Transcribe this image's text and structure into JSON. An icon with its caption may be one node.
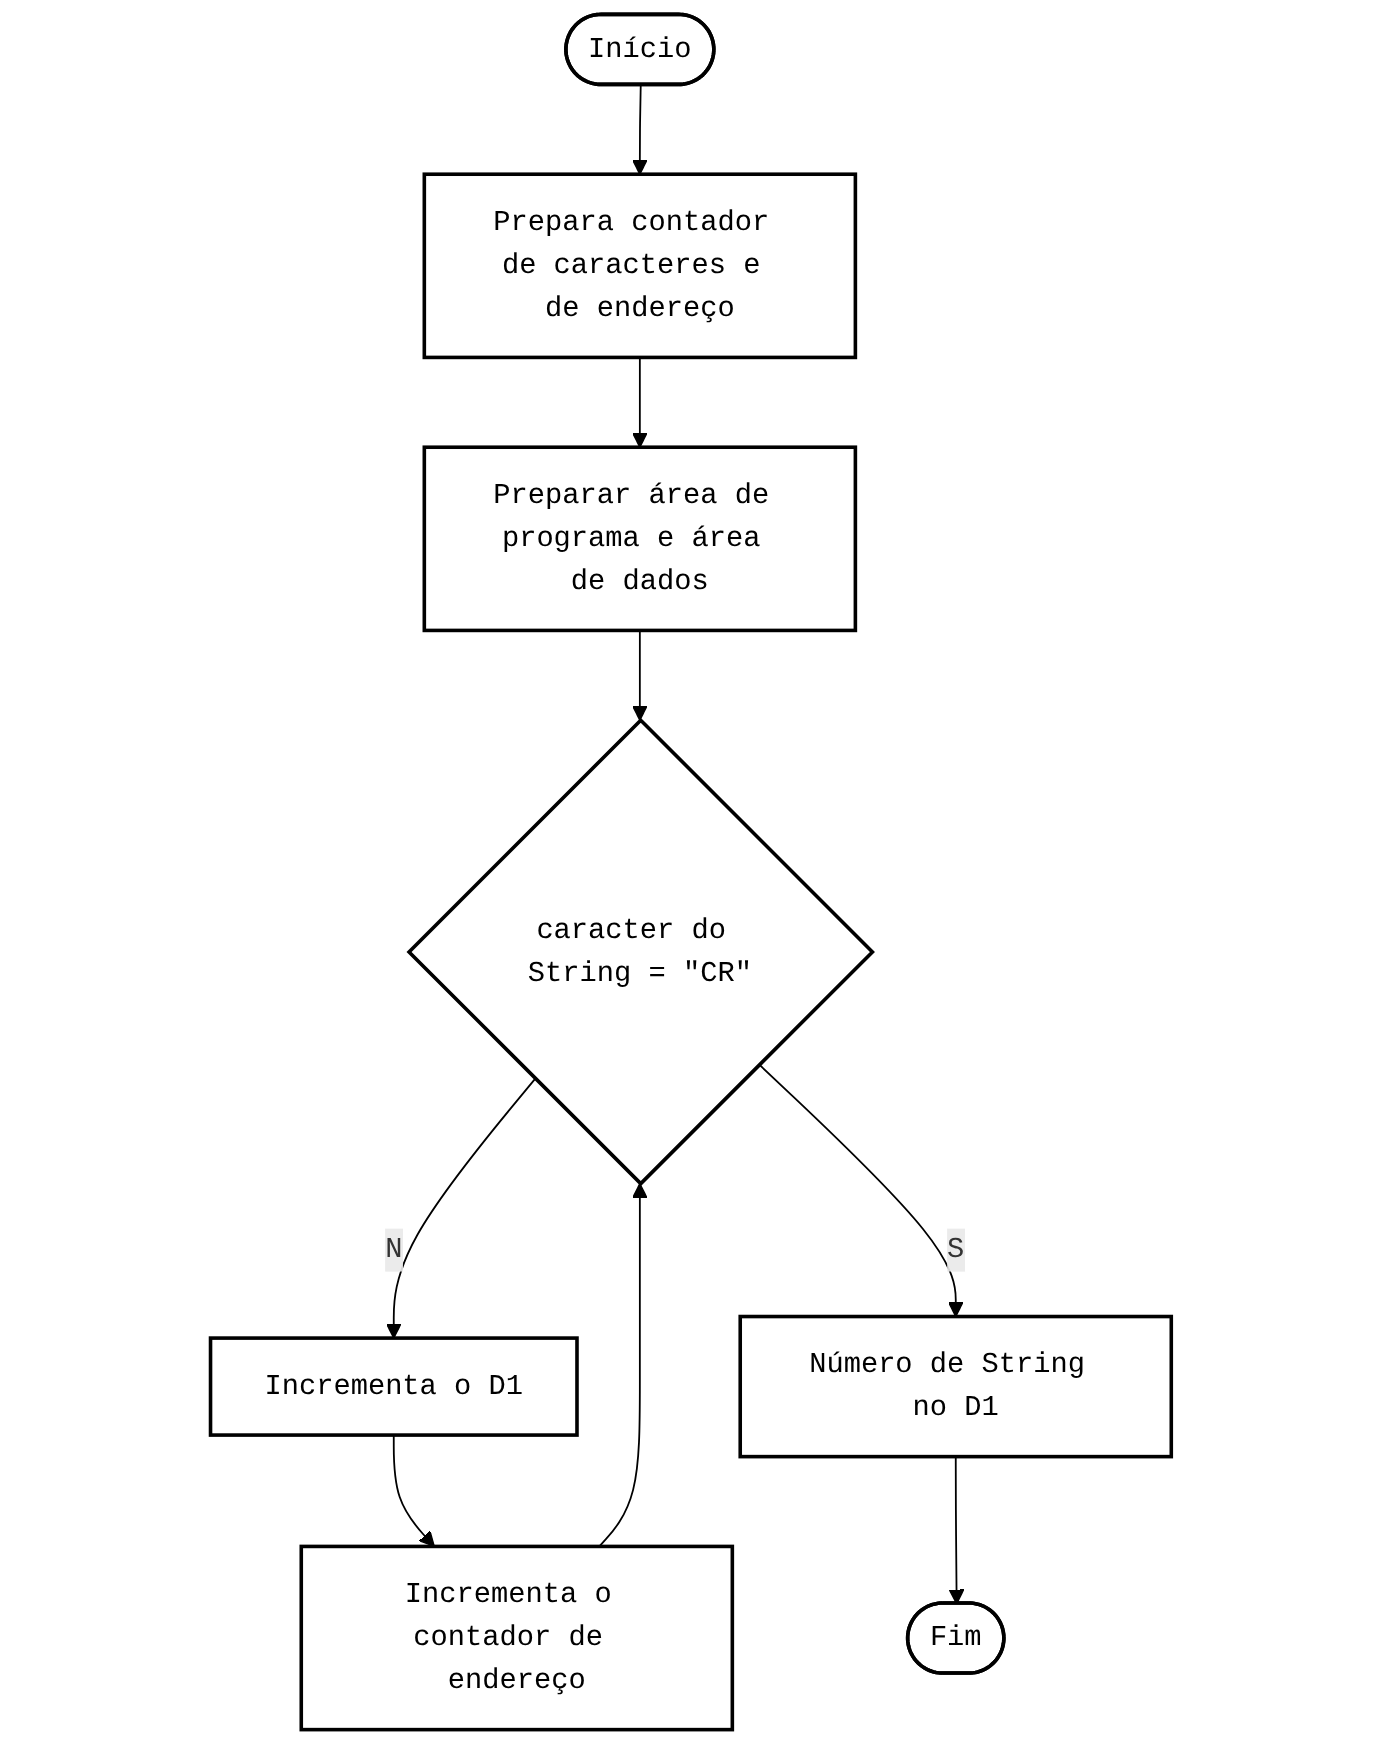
{
  "diagram": {
    "nodes": [
      {
        "text": [
          "Início"
        ]
      },
      {
        "text": [
          "Prepara contador de caracteres e de endereço"
        ]
      },
      {
        "text": [
          "Preparar área de programa e área de dados"
        ]
      },
      {
        "text": [
          "caracter do String = \"CR\""
        ]
      },
      {
        "text": [
          "Incrementa o D1"
        ]
      },
      {
        "text": [
          "Incrementa o contador de endereço"
        ]
      },
      {
        "text": [
          "Número de String no D1"
        ]
      },
      {
        "text": [
          "Fim"
        ]
      }
    ],
    "edges": [
      {
        "from": 0,
        "to": 1,
        "arrow": "to"
      },
      {
        "from": 1,
        "to": 2,
        "arrow": "to"
      },
      {
        "from": 2,
        "to": 3,
        "arrow": "to"
      },
      {
        "from": 3,
        "to": 4,
        "arrow": "to",
        "label": "N"
      },
      {
        "from": 4,
        "to": 5,
        "arrow": "to"
      },
      {
        "from": 5,
        "to": 3,
        "arrow": "to"
      },
      {
        "from": 3,
        "to": 6,
        "arrow": "to",
        "label": "S"
      },
      {
        "from": 6,
        "to": 7,
        "arrow": "to"
      }
    ]
  }
}
